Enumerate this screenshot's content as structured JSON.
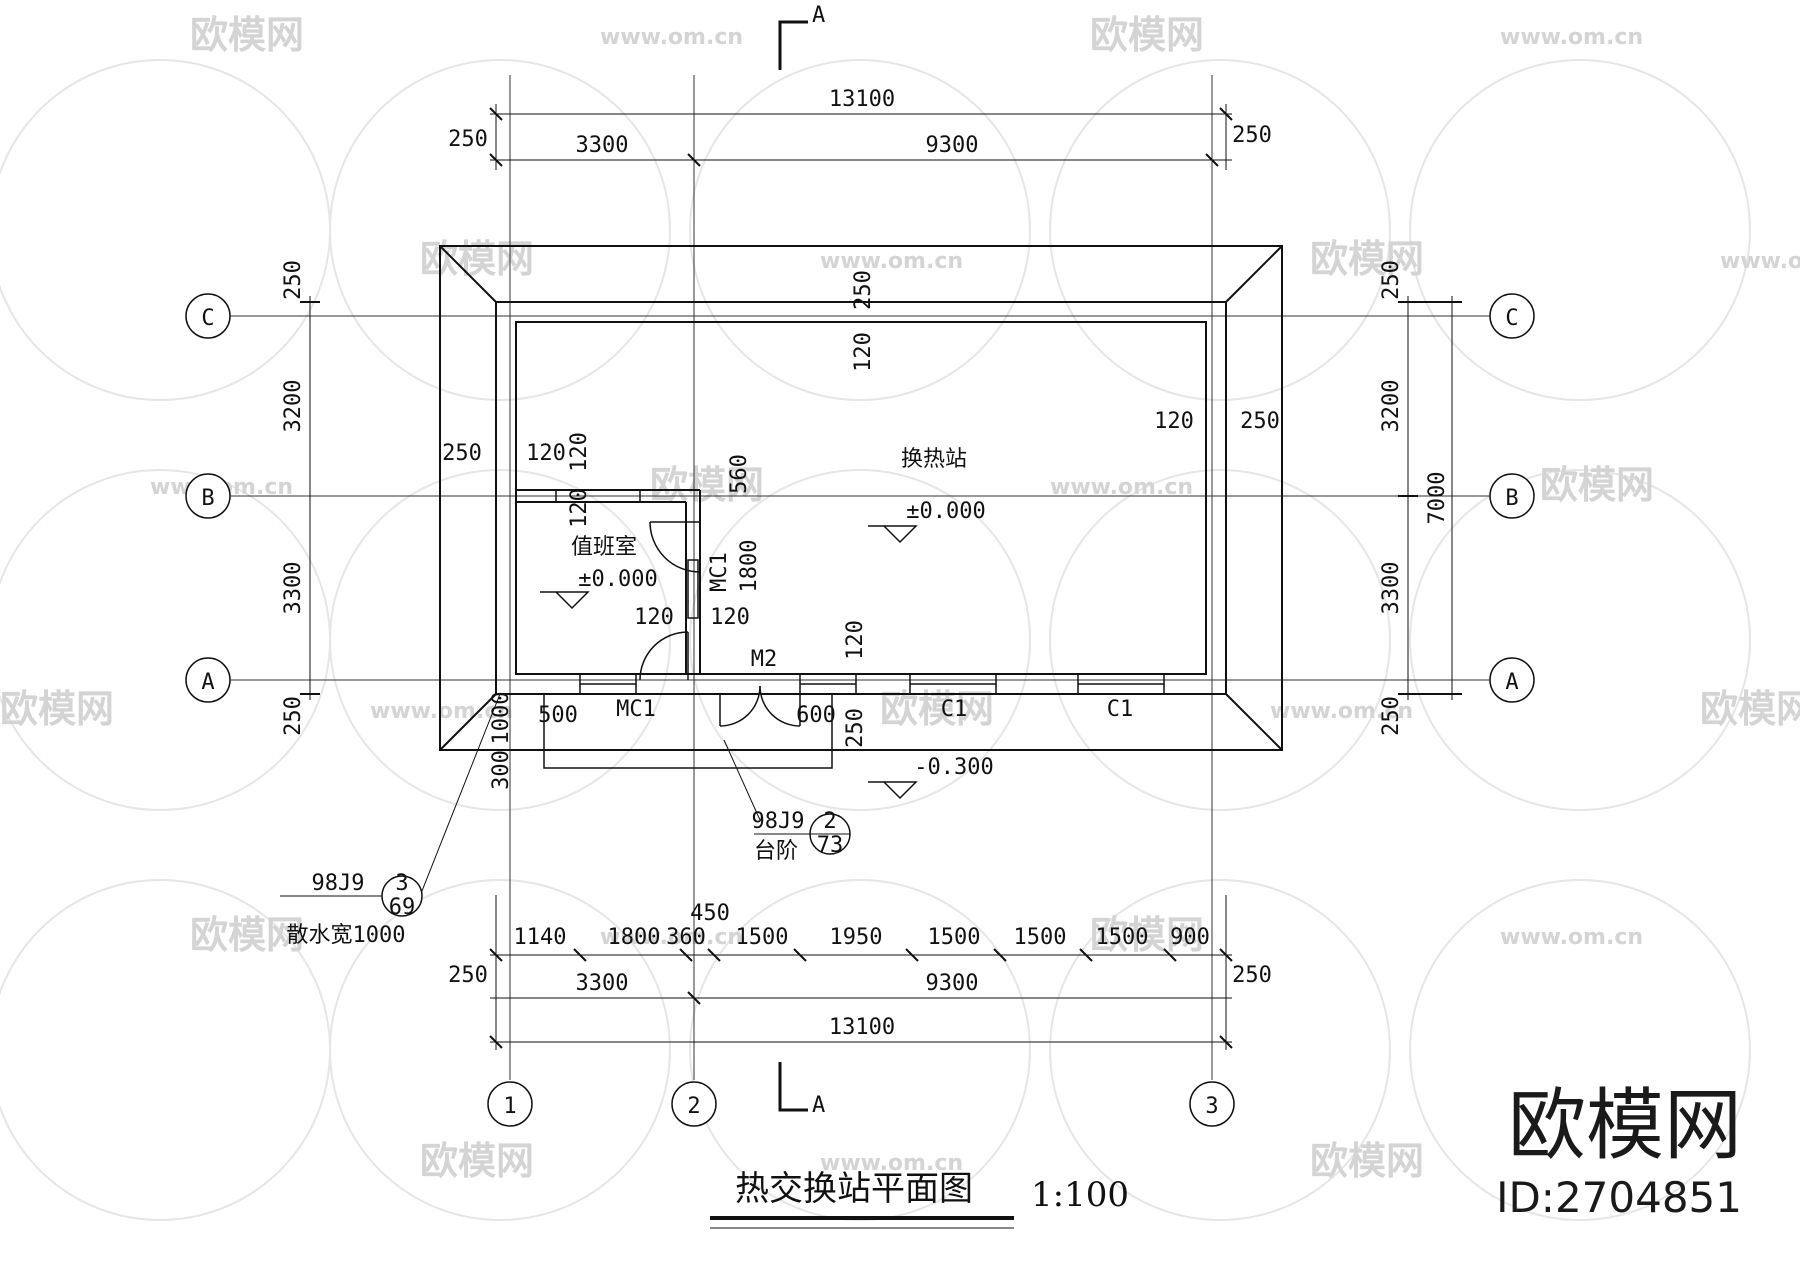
{
  "drawing": {
    "title": "热交换站平面图",
    "scale": "1:100",
    "section_mark": "A",
    "grid_axes": {
      "columns": [
        "1",
        "2",
        "3"
      ],
      "rows": [
        "A",
        "B",
        "C"
      ]
    },
    "rooms": [
      {
        "name": "换热站",
        "elevation": "±0.000"
      },
      {
        "name": "值班室",
        "elevation": "±0.000"
      }
    ],
    "outdoor_elevation": "-0.300",
    "doors": {
      "mc1": "MC1",
      "m2": "M2"
    },
    "window": "C1",
    "top_dims": {
      "total": "13100",
      "span1": "3300",
      "span2": "9300",
      "edge": "250"
    },
    "bottom_dims": {
      "details": [
        "1140",
        "1800",
        "360",
        "1500",
        "1950",
        "1500",
        "1500",
        "1500",
        "900"
      ],
      "extra": "450",
      "span1": "3300",
      "span2": "9300",
      "total": "13100",
      "edge": "250"
    },
    "side_dims": {
      "top": "250",
      "c_b": "3200",
      "b_a": "3300",
      "bottom": "250",
      "total": "7000"
    },
    "inner_dims": {
      "wall120": "120",
      "wall250": "250",
      "d560": "560",
      "d1800": "1800",
      "d500": "500",
      "d600": "600",
      "d300": "300",
      "d1000": "1000"
    },
    "callouts": {
      "apron": {
        "code": "98J9",
        "num": "3",
        "page": "69",
        "note": "散水宽1000"
      },
      "steps": {
        "code": "98J9",
        "num": "2",
        "page": "73",
        "note": "台阶"
      }
    }
  },
  "watermark": {
    "brand": "欧模网",
    "url": "www.om.cn",
    "id": "ID:2704851"
  }
}
